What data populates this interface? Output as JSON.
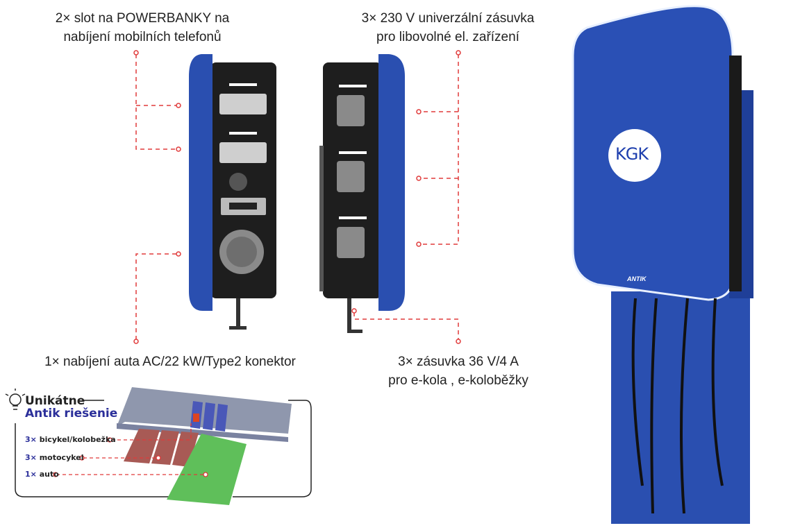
{
  "captions": {
    "powerbank": [
      "2× slot na POWERBANKY na",
      "nabíjení mobilních telefonů"
    ],
    "socket230": [
      "3× 230 V univerzální zásuvka",
      "pro libovolné el. zařízení"
    ],
    "car": "1× nabíjení auta AC/22 kW/Type2 konektor",
    "socket36": [
      "3× zásuvka 36 V/4 A",
      "pro e-kola , e-koloběžky"
    ]
  },
  "inset": {
    "title1": "Unikátne",
    "title2": "Antik riešenie",
    "items": [
      {
        "count": "3×",
        "label": "bicykel/kolobežka"
      },
      {
        "count": "3×",
        "label": "motocykel"
      },
      {
        "count": "1×",
        "label": "auto"
      }
    ]
  },
  "product": {
    "logo": "KGK",
    "brand": "ANTIK"
  },
  "colors": {
    "accent": "#e03a3a",
    "device_blue": "#2a4fb0",
    "title_blue": "#2b2f9a"
  }
}
